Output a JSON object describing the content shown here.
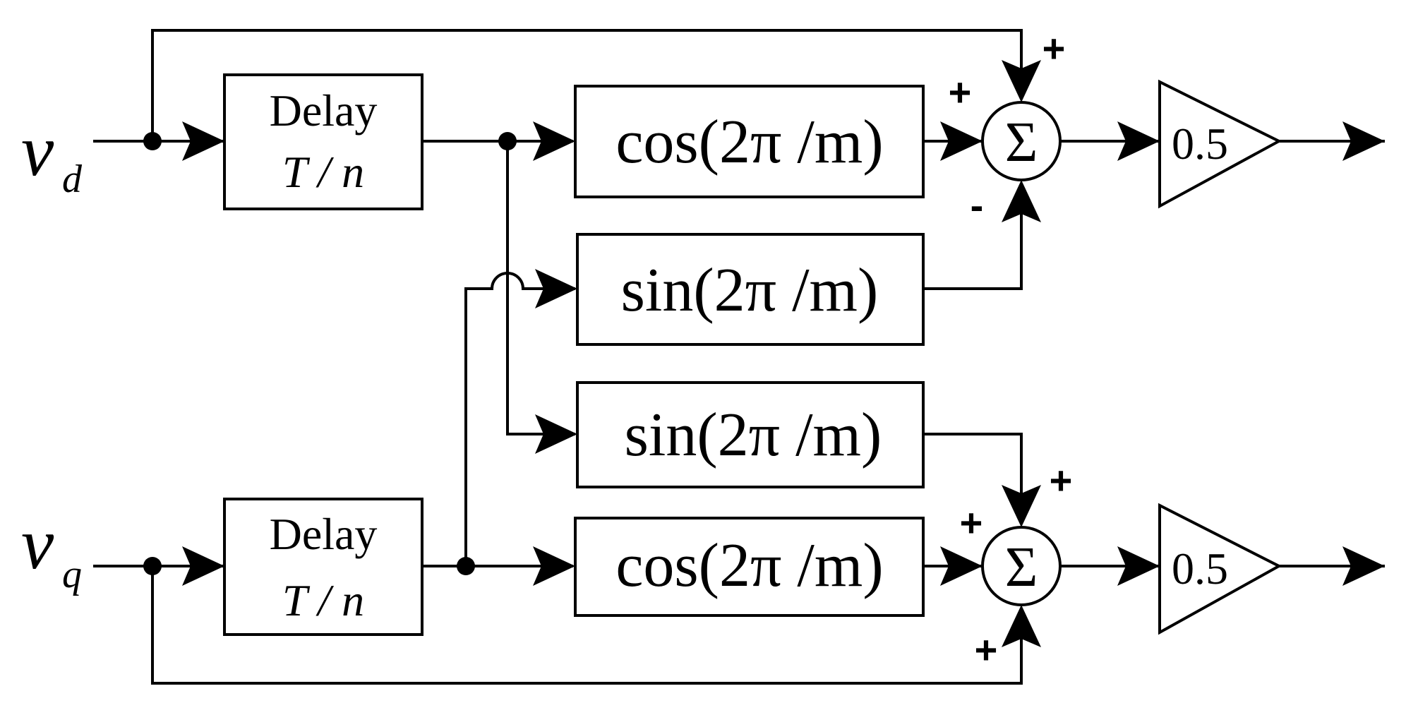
{
  "inputs": {
    "vd": {
      "main": "v",
      "sub": "d"
    },
    "vq": {
      "main": "v",
      "sub": "q"
    }
  },
  "delay_blocks": {
    "top": {
      "line1": "Delay",
      "line2": "T / n"
    },
    "bottom": {
      "line1": "Delay",
      "line2": "T / n"
    }
  },
  "trig_blocks": {
    "top_cos": "cos(2π /m)",
    "top_sin": "sin(2π /m)",
    "bottom_sin": "sin(2π /m)",
    "bottom_cos": "cos(2π /m)"
  },
  "summers": {
    "top": {
      "symbol": "Σ",
      "sign_feed": "+",
      "sign_cos": "+",
      "sign_sin": "-"
    },
    "bottom": {
      "symbol": "Σ",
      "sign_sin": "+",
      "sign_cos": "+",
      "sign_feed": "+"
    }
  },
  "gains": {
    "top": "0.5",
    "bottom": "0.5"
  }
}
